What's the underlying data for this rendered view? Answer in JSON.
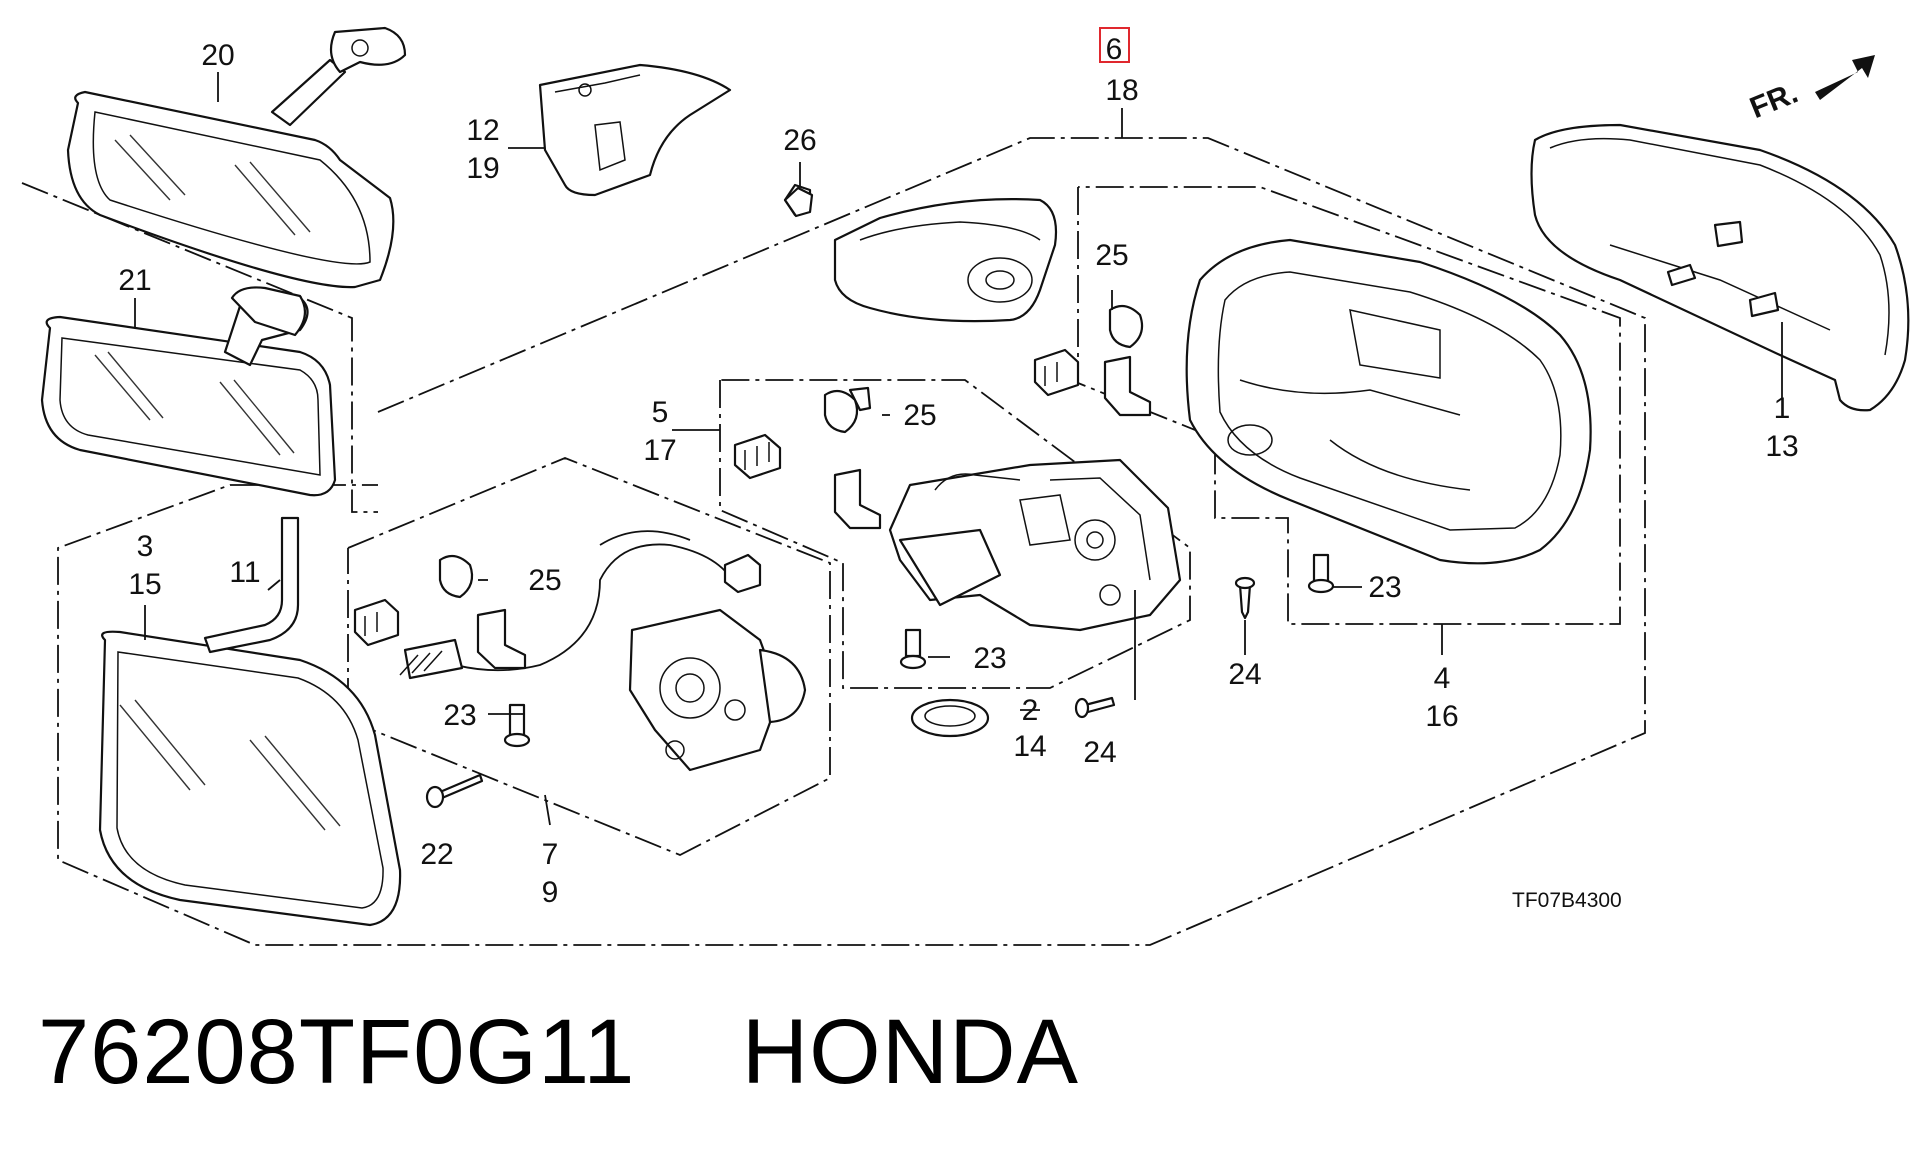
{
  "diagram": {
    "direction_label": "FR.",
    "diagram_code": "TF07B4300",
    "callouts": {
      "c20": "20",
      "c21": "21",
      "c12": "12",
      "c19": "19",
      "c26": "26",
      "c6": "6",
      "c18": "18",
      "c25a": "25",
      "c25b": "25",
      "c25c": "25",
      "c5": "5",
      "c17": "17",
      "c1": "1",
      "c13": "13",
      "c3": "3",
      "c15": "15",
      "c11": "11",
      "c23a": "23",
      "c23b": "23",
      "c23c": "23",
      "c2": "2",
      "c14": "14",
      "c24a": "24",
      "c24b": "24",
      "c4": "4",
      "c16": "16",
      "c22": "22",
      "c7": "7",
      "c9": "9"
    },
    "highlighted_callout": "6",
    "highlight_color": "#e0282e"
  },
  "caption": {
    "part_number": "76208TF0G11",
    "brand": "HONDA"
  }
}
